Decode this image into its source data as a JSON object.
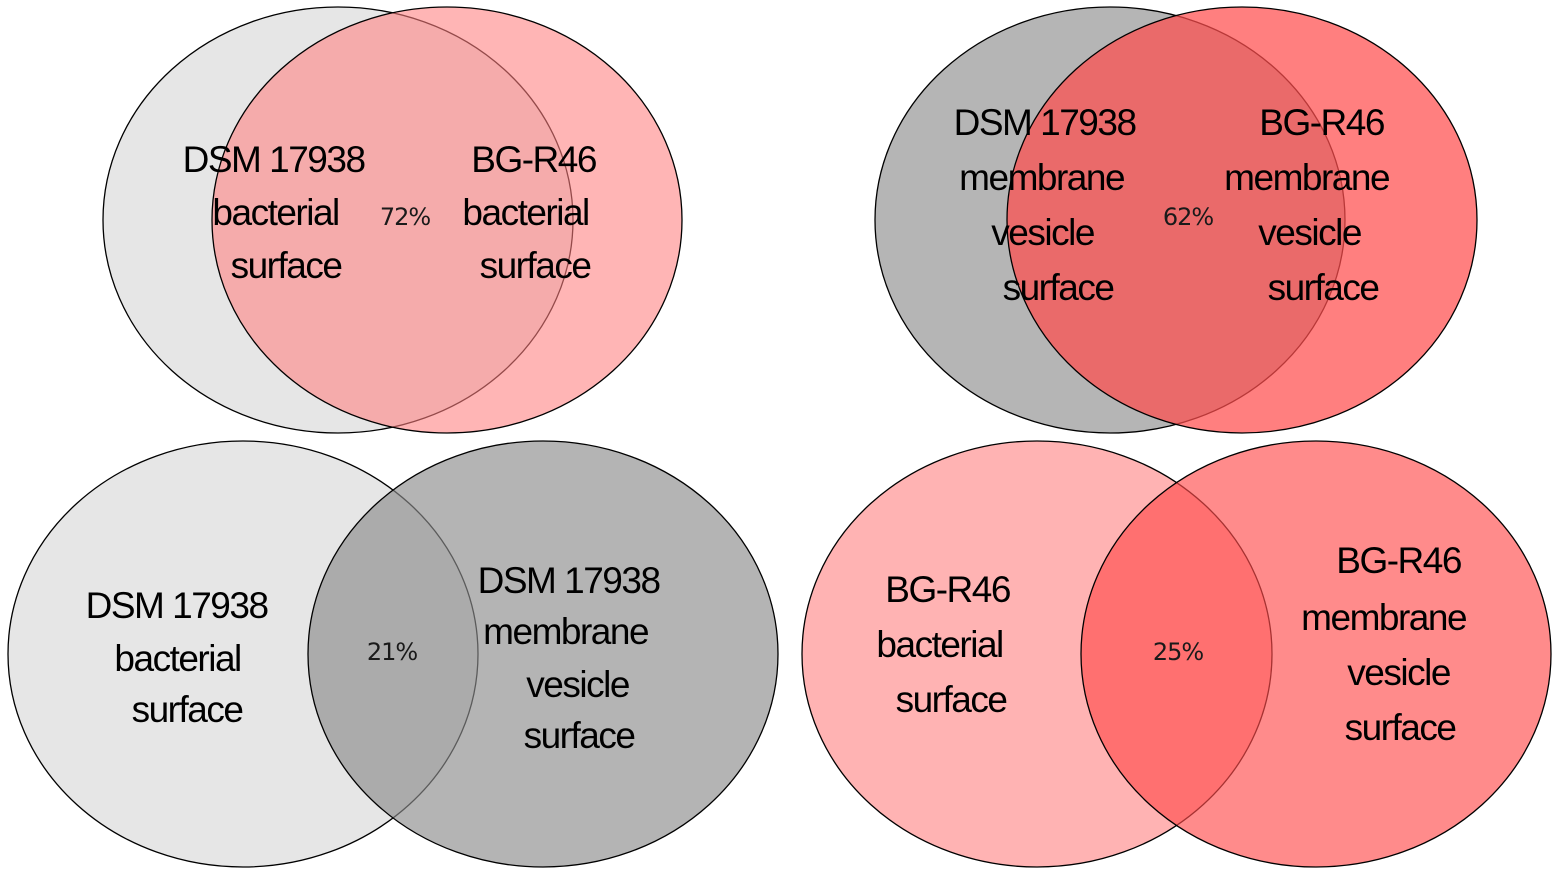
{
  "diagrams": [
    {
      "set_a": {
        "lines": [
          "DSM 17938",
          "bacterial",
          "surface"
        ],
        "color": "#e6e6e6",
        "opacity": 1
      },
      "set_b": {
        "lines": [
          "BG-R46",
          "bacterial",
          "surface"
        ],
        "color": "#ff7f7f",
        "opacity": 0.58
      },
      "overlap": "72%"
    },
    {
      "set_a": {
        "lines": [
          "DSM 17938",
          "membrane",
          "vesicle",
          "surface"
        ],
        "color": "#b5b5b5",
        "opacity": 1
      },
      "set_b": {
        "lines": [
          "BG-R46",
          "membrane",
          "vesicle",
          "surface"
        ],
        "color": "#ff4d4d",
        "opacity": 0.72
      },
      "overlap": "62%"
    },
    {
      "set_a": {
        "lines": [
          "DSM 17938",
          "bacterial",
          "surface"
        ],
        "color": "#e6e6e6",
        "opacity": 1
      },
      "set_b": {
        "lines": [
          "DSM 17938",
          "membrane",
          "vesicle",
          "surface"
        ],
        "color": "#8c8c8c",
        "opacity": 0.65
      },
      "overlap": "21%"
    },
    {
      "set_a": {
        "lines": [
          "BG-R46",
          "bacterial",
          "surface"
        ],
        "color": "#ffb3b3",
        "opacity": 1
      },
      "set_b": {
        "lines": [
          "BG-R46",
          "membrane",
          "vesicle",
          "surface"
        ],
        "color": "#ff4d4d",
        "opacity": 0.65
      },
      "overlap": "25%"
    }
  ]
}
